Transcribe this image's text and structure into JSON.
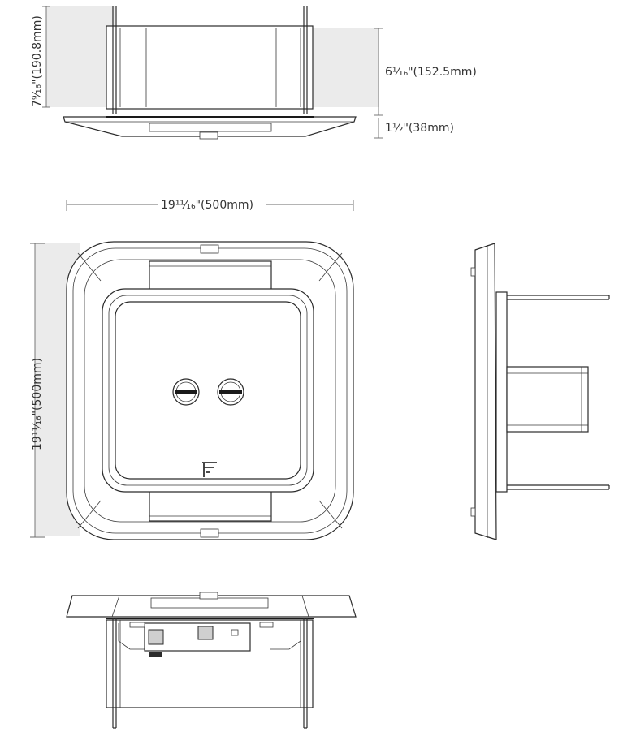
{
  "dimensions": {
    "total_height": "7⁹⁄₁₆\"(190.8mm)",
    "housing_height": "6¹⁄₁₆\"(152.5mm)",
    "trim_height": "1½\"(38mm)",
    "width": "19¹¹⁄₁₆\"(500mm)",
    "depth": "19¹¹⁄₁₆\"(500mm)"
  },
  "colors": {
    "line": "#2b2b2b",
    "dimension_line": "#6a6a6a",
    "shade": "#ebebeb",
    "background": "#ffffff"
  },
  "icons": {
    "brand_mark": "stylized-F-logo-icon",
    "sensor": "sensor-knob-icon"
  }
}
